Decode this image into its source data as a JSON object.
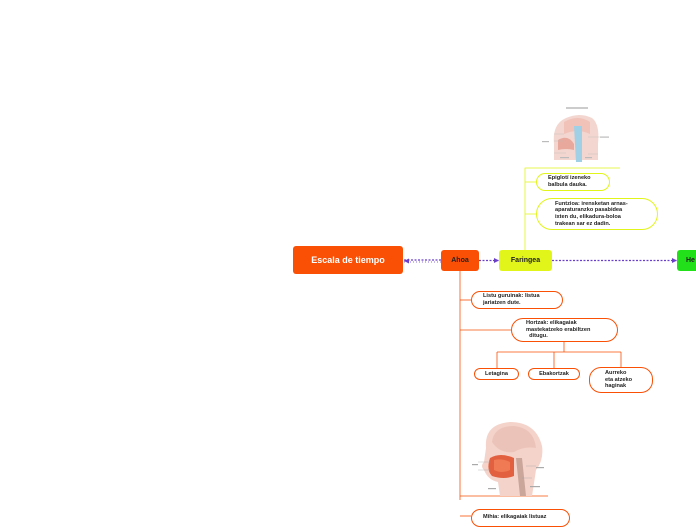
{
  "root": {
    "label": "Escala de tiempo"
  },
  "main": {
    "ahoa": "Ahoa",
    "faringea": "Faringea",
    "hestea": "He"
  },
  "faringea_children": {
    "epiglotis": "Epiglotí izeneko\nbalbula dauka.",
    "funtzioa": "Funtzioa: irensketan arnas-\naparaturanzko pasabidea\nixten du, elikadura-boloa\ntrakean sar ez dadin."
  },
  "ahoa_children": {
    "listu": "Listu guruinak: listua\njariatzen dute.",
    "hortzak": "Hortzak: elikagaiak\nmastekatzeko erabiltzen\n  ditugu.",
    "letagina": "Letagina",
    "ebakortzak": "Ebakortzak",
    "aurreko": "Aurreko\neta atzeko\nhaginak",
    "mihia": "Mihia: elikagaiak listuaz"
  },
  "images": {
    "pharynx": "pharynx-illustration",
    "head": "head-section-illustration"
  },
  "colors": {
    "orange": "#f95006",
    "yellow": "#e2f51a",
    "green": "#22e01a",
    "connector": "#6a3fc9"
  }
}
